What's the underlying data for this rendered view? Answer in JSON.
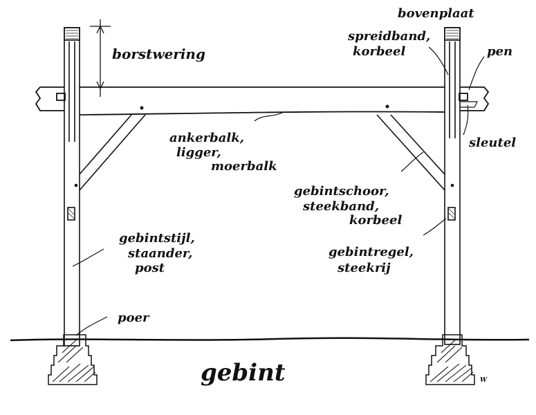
{
  "labels": {
    "bovenplaat": "bovenplaat",
    "borstwering": "borstwering",
    "spreidband": "spreidband,",
    "korbeel_top": "korbeel",
    "pen": "pen",
    "sleutel": "sleutel",
    "ankerbalk": "ankerbalk,",
    "ligger": "ligger,",
    "moerbalk": "moerbalk",
    "gebintschoor": "gebintschoor,",
    "steekband": "steekband,",
    "korbeel_mid": "korbeel",
    "gebintstijl": "gebintstijl,",
    "staander": "staander,",
    "post": "post",
    "gebintregel": "gebintregel,",
    "steekrij": "steekrij",
    "poer": "poer",
    "gebint": "gebint"
  },
  "signature": "W",
  "colors": {
    "ink": "#111111",
    "paper": "#ffffff"
  }
}
